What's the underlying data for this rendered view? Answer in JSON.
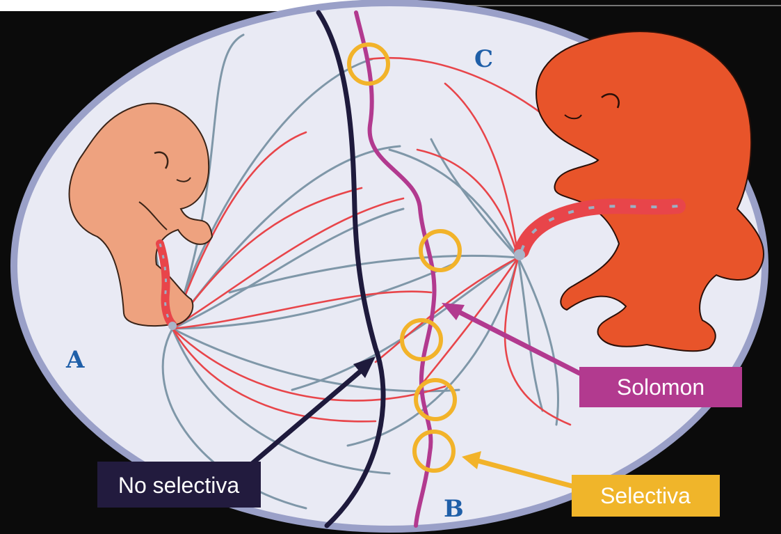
{
  "labels": {
    "twin_a": "A",
    "twin_b": "B",
    "twin_c": "C"
  },
  "callouts": {
    "no_selectiva": "No selectiva",
    "solomon": "Solomon",
    "selectiva": "Selectiva"
  },
  "colors": {
    "background": "#0b0b0b",
    "placenta": "#e9eaf4",
    "placenta_edge": "#9aa0c8",
    "twin_a_skin": "#eea27f",
    "twin_c_skin": "#e8542a",
    "vessel_red": "#e8454a",
    "vessel_gray": "#7f97a8",
    "non_selective_line": "#1e1a3c",
    "solomon_line": "#b23a8f",
    "selective_ring": "#f2b32a",
    "no_selectiva_box": "#221b3e",
    "solomon_box": "#b23a8f",
    "selectiva_box": "#f0b52a"
  }
}
